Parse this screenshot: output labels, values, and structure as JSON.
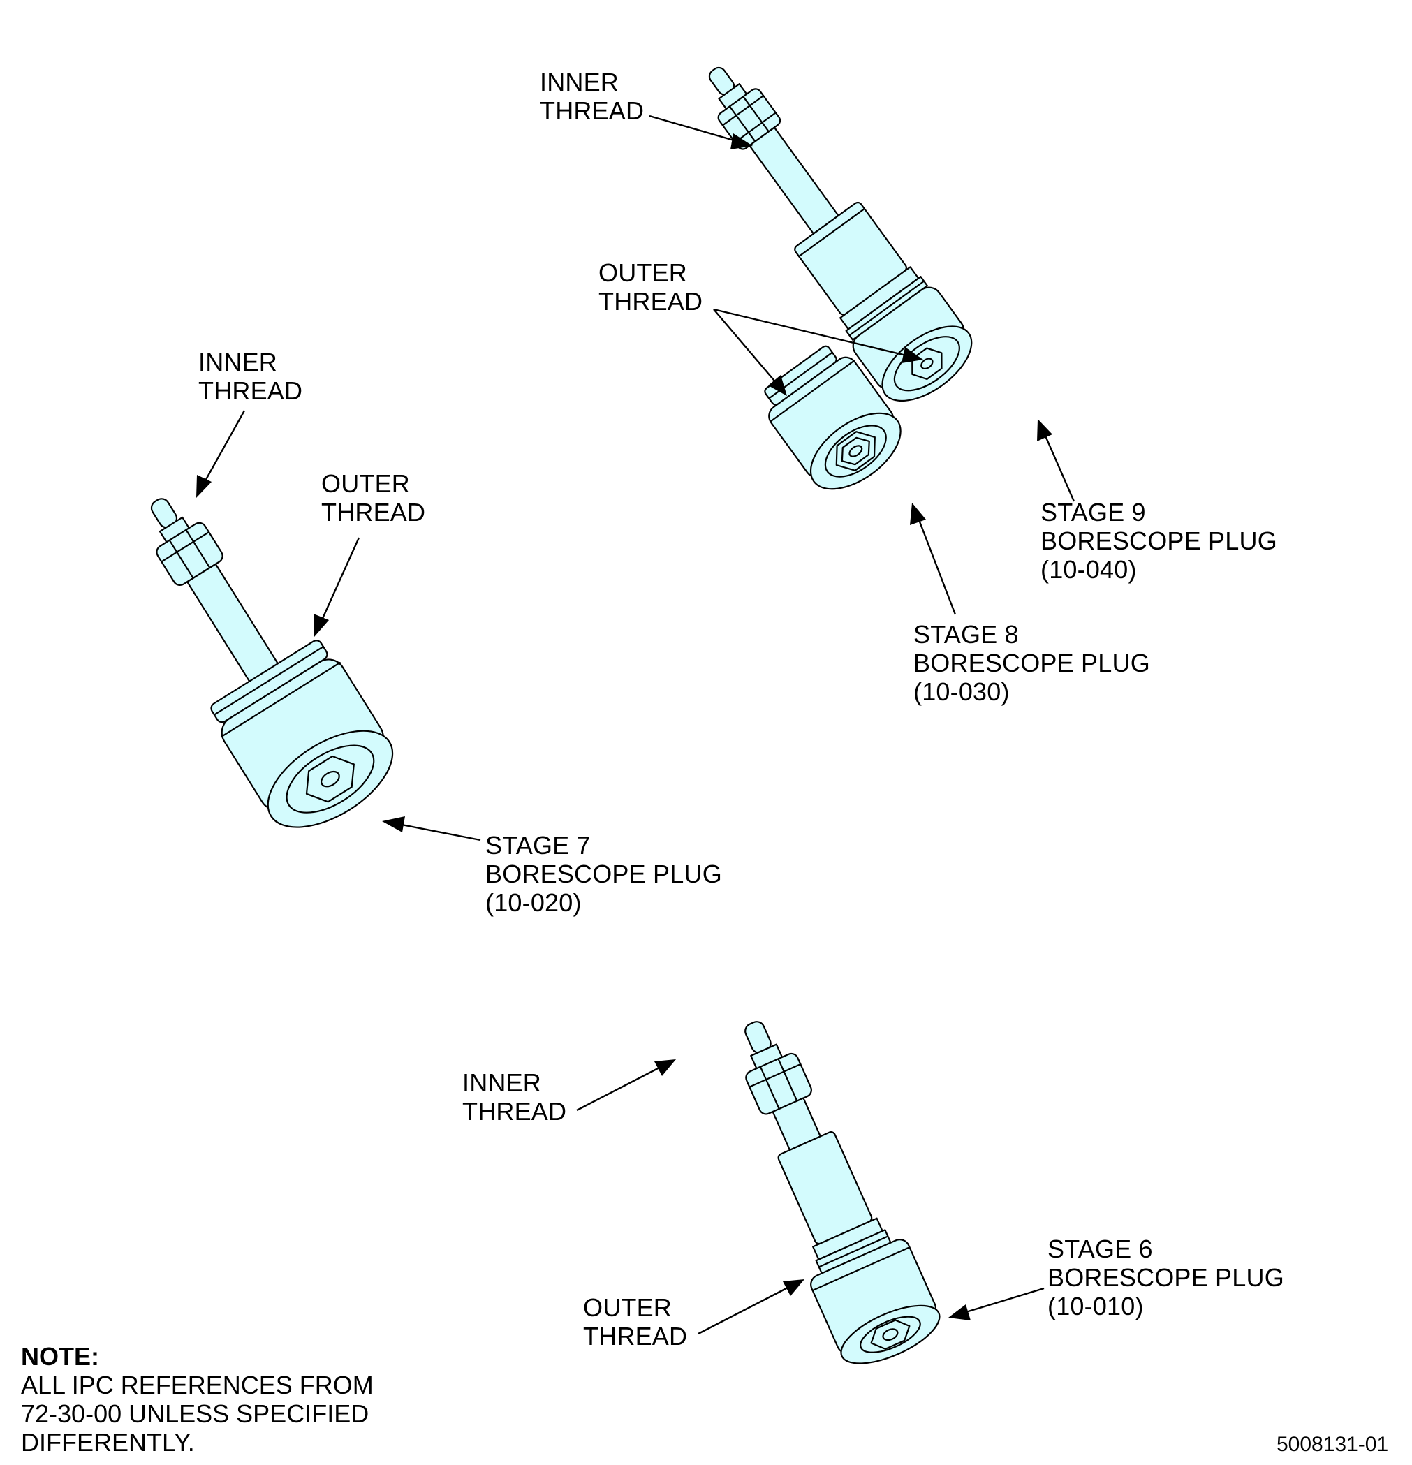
{
  "colors": {
    "part_fill": "#d3fbfd",
    "line": "#000000",
    "background": "#ffffff"
  },
  "callouts": {
    "stage9_inner_thread": [
      "INNER",
      "THREAD"
    ],
    "stage8_9_outer_thread": [
      "OUTER",
      "THREAD"
    ],
    "stage9_plug": [
      "STAGE 9",
      "BORESCOPE PLUG",
      "(10-040)"
    ],
    "stage8_plug": [
      "STAGE 8",
      "BORESCOPE PLUG",
      "(10-030)"
    ],
    "stage7_inner_thread": [
      "INNER",
      "THREAD"
    ],
    "stage7_outer_thread": [
      "OUTER",
      "THREAD"
    ],
    "stage7_plug": [
      "STAGE 7",
      "BORESCOPE PLUG",
      "(10-020)"
    ],
    "stage6_inner_thread": [
      "INNER",
      "THREAD"
    ],
    "stage6_outer_thread": [
      "OUTER",
      "THREAD"
    ],
    "stage6_plug": [
      "STAGE 6",
      "BORESCOPE PLUG",
      "(10-010)"
    ]
  },
  "note": {
    "heading": "NOTE:",
    "lines": [
      "ALL IPC REFERENCES FROM",
      "72-30-00 UNLESS SPECIFIED",
      "DIFFERENTLY."
    ]
  },
  "drawing_number": "5008131-01"
}
